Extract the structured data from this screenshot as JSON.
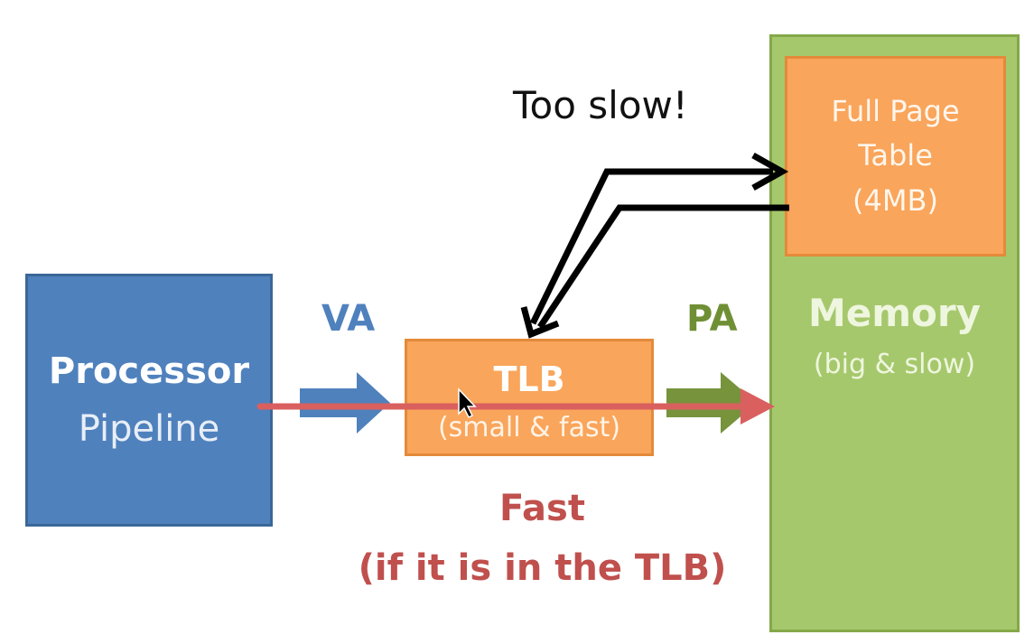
{
  "processor": {
    "line1": "Processor",
    "line2": "Pipeline"
  },
  "tlb": {
    "title": "TLB",
    "subtitle": "(small & fast)"
  },
  "memory": {
    "title": "Memory",
    "subtitle": "(big & slow)"
  },
  "page_table": {
    "line1": "Full Page",
    "line2": "Table",
    "line3": "(4MB)"
  },
  "labels": {
    "va": "VA",
    "pa": "PA",
    "too_slow": "Too slow!"
  },
  "fast_note": {
    "title": "Fast",
    "subtitle": "(if it is in the TLB)"
  },
  "colors": {
    "processor_blue": "#4f81bd",
    "tlb_orange": "#f9a55b",
    "memory_green": "#a6c86c",
    "fast_red": "#c0504d",
    "pa_green": "#6f8f34"
  }
}
